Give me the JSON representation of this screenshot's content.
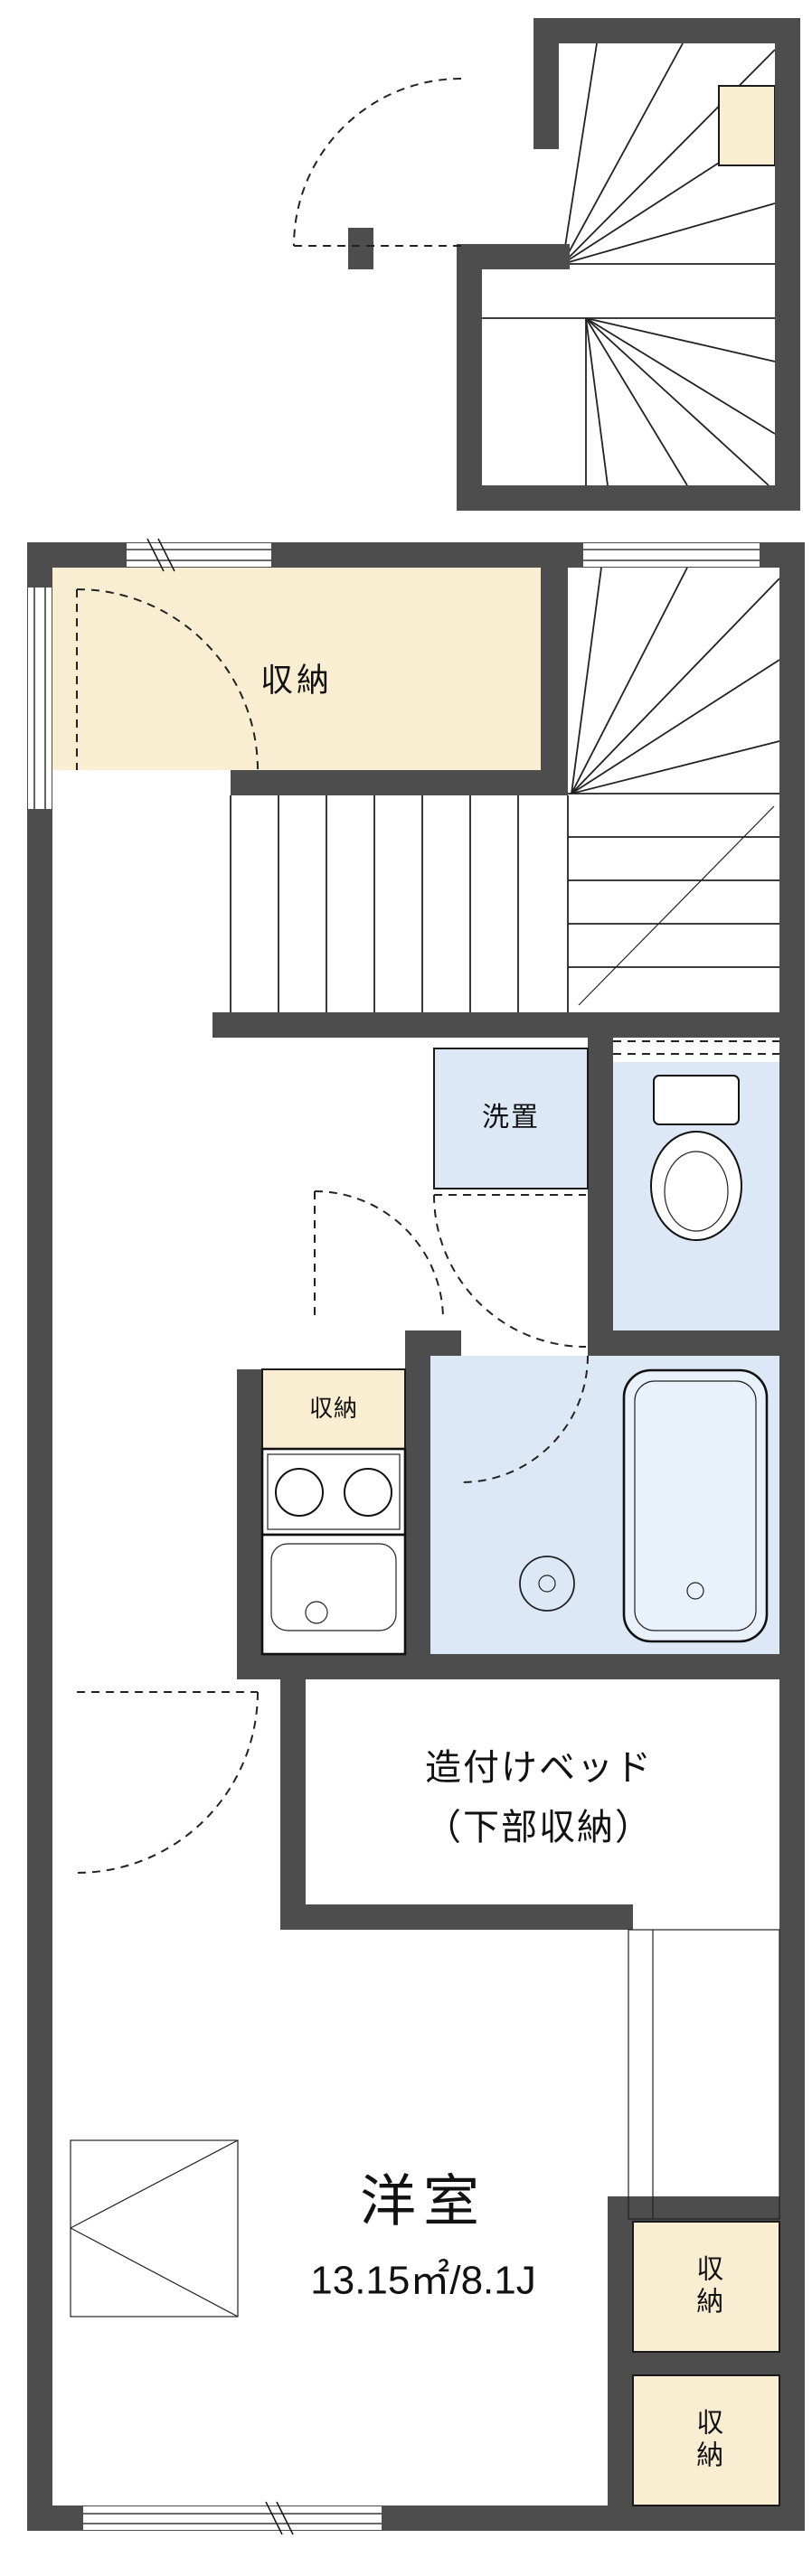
{
  "palette": {
    "wall": "#4d4d4d",
    "storage_fill": "#faeed2",
    "wet_area_fill": "#dce8f5",
    "bathtub_fill": "#e9f1fa",
    "line": "#1a1a1a",
    "background": "#ffffff"
  },
  "rooms": {
    "storage_top": {
      "label": "収納"
    },
    "washer": {
      "label": "洗置"
    },
    "storage_kitchen": {
      "label": "収納"
    },
    "bed": {
      "line1": "造付けベッド",
      "line2": "（下部収納）"
    },
    "main_room": {
      "name": "洋室",
      "area": "13.15㎡/8.1J"
    },
    "storage_bottom_1": {
      "label": "収納"
    },
    "storage_bottom_2": {
      "label": "収納"
    }
  }
}
